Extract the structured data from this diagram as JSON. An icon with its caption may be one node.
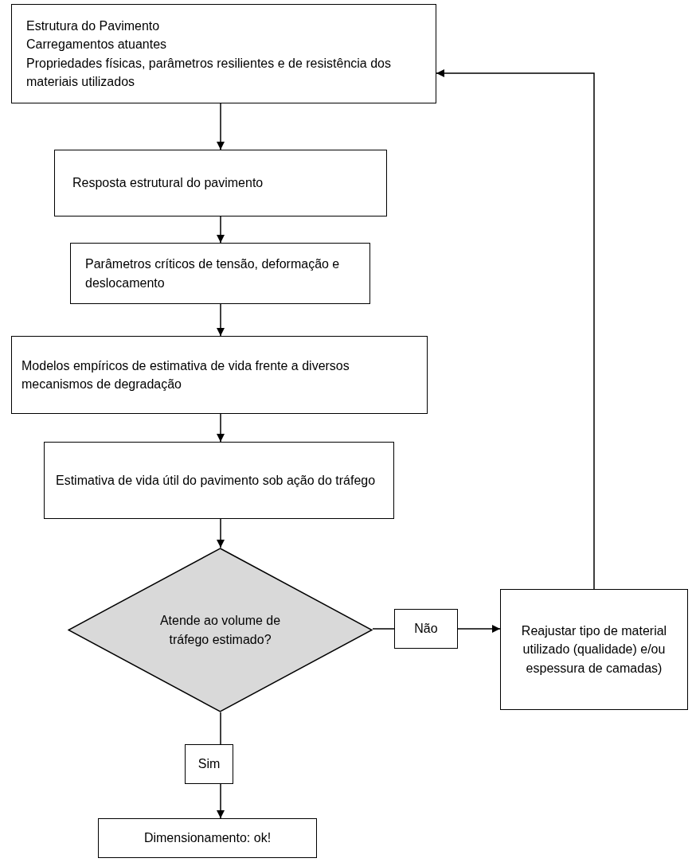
{
  "diagram": {
    "nodes": [
      {
        "text": [
          "Estrutura do Pavimento",
          "Carregamentos atuantes",
          "Propriedades físicas, parâmetros resilientes e de resistência dos materiais utilizados"
        ]
      },
      {
        "text": [
          "Resposta estrutural do pavimento"
        ]
      },
      {
        "text": [
          "Parâmetros críticos de tensão, deformação e deslocamento"
        ]
      },
      {
        "text": [
          "Modelos empíricos de estimativa de vida frente a diversos mecanismos de degradação"
        ]
      },
      {
        "text": [
          "Estimativa de vida útil do pavimento sob ação do tráfego"
        ]
      },
      {
        "text": [
          "Atende ao volume de tráfego estimado?"
        ]
      },
      {
        "text": [
          "Não"
        ]
      },
      {
        "text": [
          "Reajustar tipo de material utilizado (qualidade) e/ou espessura de camadas)"
        ]
      },
      {
        "text": [
          "Sim"
        ]
      },
      {
        "text": [
          "Dimensionamento: ok!"
        ]
      }
    ],
    "edges": [
      {
        "from": 0,
        "to": 1,
        "arrow": "to"
      },
      {
        "from": 1,
        "to": 2,
        "arrow": "to"
      },
      {
        "from": 2,
        "to": 3,
        "arrow": "to"
      },
      {
        "from": 3,
        "to": 4,
        "arrow": "to"
      },
      {
        "from": 4,
        "to": 5,
        "arrow": "to"
      },
      {
        "from": 5,
        "to": 6,
        "arrow": "none"
      },
      {
        "from": 6,
        "to": 7,
        "arrow": "to"
      },
      {
        "from": 7,
        "to": 0,
        "arrow": "to"
      },
      {
        "from": 5,
        "to": 8,
        "arrow": "none"
      },
      {
        "from": 8,
        "to": 9,
        "arrow": "to"
      }
    ]
  }
}
